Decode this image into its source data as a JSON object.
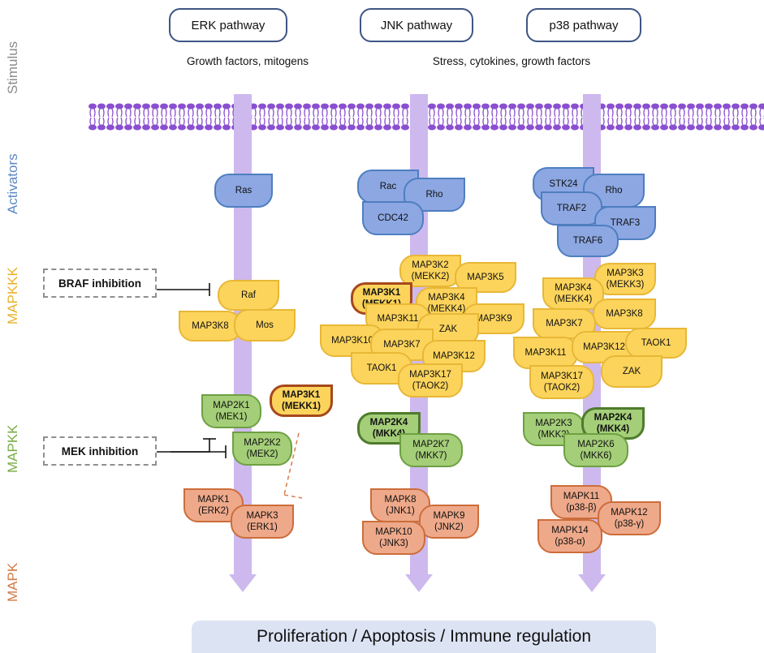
{
  "pathways": [
    "ERK pathway",
    "JNK pathway",
    "p38 pathway"
  ],
  "stimuli": {
    "erk": "Growth factors, mitogens",
    "jnk_p38": "Stress, cytokines, growth factors"
  },
  "side_labels": {
    "stimulus": "Stimulus",
    "activators": "Activators",
    "mapkkk": "MAPKKK",
    "mapkk": "MAPKK",
    "mapk": "MAPK"
  },
  "inhibitors": {
    "braf": "BRAF inhibition",
    "mek": "MEK inhibition"
  },
  "erk": {
    "activators": [
      "Ras"
    ],
    "mapkkk": [
      "Raf",
      "MAP3K8",
      "Mos"
    ],
    "mapkk": [
      "MAP2K1\n(MEK1)",
      "MAP2K2\n(MEK2)"
    ],
    "mapkk_crosstalk": "MAP3K1\n(MEKK1)",
    "mapk": [
      "MAPK1\n(ERK2)",
      "MAPK3\n(ERK1)"
    ]
  },
  "jnk": {
    "activators": [
      "Rac",
      "Rho",
      "CDC42"
    ],
    "mapkkk": [
      "MAP3K2\n(MEKK2)",
      "MAP3K5",
      "MAP3K1\n(MEKK1)",
      "MAP3K4\n(MEKK4)",
      "MAP3K11",
      "MAP3K9",
      "ZAK",
      "MAP3K10",
      "MAP3K7",
      "MAP3K12",
      "TAOK1",
      "MAP3K17\n(TAOK2)"
    ],
    "mapkk": [
      "MAP2K4\n(MKK4)",
      "MAP2K7\n(MKK7)"
    ],
    "mapk": [
      "MAPK8\n(JNK1)",
      "MAPK9\n(JNK2)",
      "MAPK10\n(JNK3)"
    ]
  },
  "p38": {
    "activators": [
      "STK24",
      "Rho",
      "TRAF2",
      "TRAF3",
      "TRAF6"
    ],
    "mapkkk": [
      "MAP3K3\n(MEKK3)",
      "MAP3K4\n(MEKK4)",
      "MAP3K8",
      "MAP3K7",
      "MAP3K11",
      "MAP3K12",
      "TAOK1",
      "ZAK",
      "MAP3K17\n(TAOK2)"
    ],
    "mapkk": [
      "MAP2K3\n(MKK3)",
      "MAP2K4\n(MKK4)",
      "MAP2K6\n(MKK6)"
    ],
    "mapk": [
      "MAPK11\n(p38-β)",
      "MAPK12\n(p38-γ)",
      "MAPK14\n(p38-α)"
    ]
  },
  "outcome": "Proliferation / Apoptosis  / Immune regulation",
  "colors": {
    "activator": "#8ca7e2",
    "mapkkk": "#fcd45c",
    "mapkk": "#a4ce78",
    "mapk": "#eea98a",
    "arrow": "#cdb9ee",
    "membrane": "#8a4fd0"
  }
}
